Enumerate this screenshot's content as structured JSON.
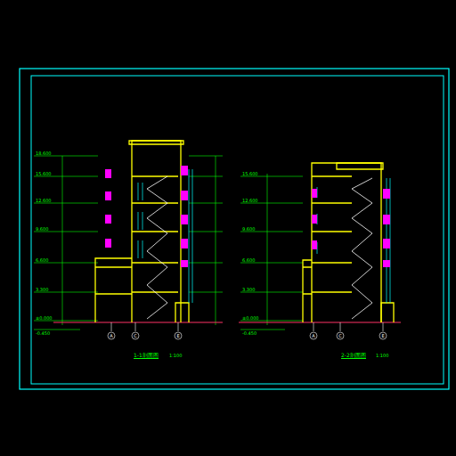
{
  "diagram": {
    "labels": [
      "18.600",
      "15.600",
      "12.600",
      "9.600",
      "6.600",
      "3.300",
      "±0.000",
      "-0.450",
      "15.600",
      "12.600",
      "9.600",
      "6.600",
      "3.300",
      "±0.000",
      "-0.450",
      "A",
      "C",
      "E",
      "A",
      "C",
      "E",
      "1-1剖面图",
      "1:100",
      "2-2剖面图",
      "1:100"
    ]
  }
}
